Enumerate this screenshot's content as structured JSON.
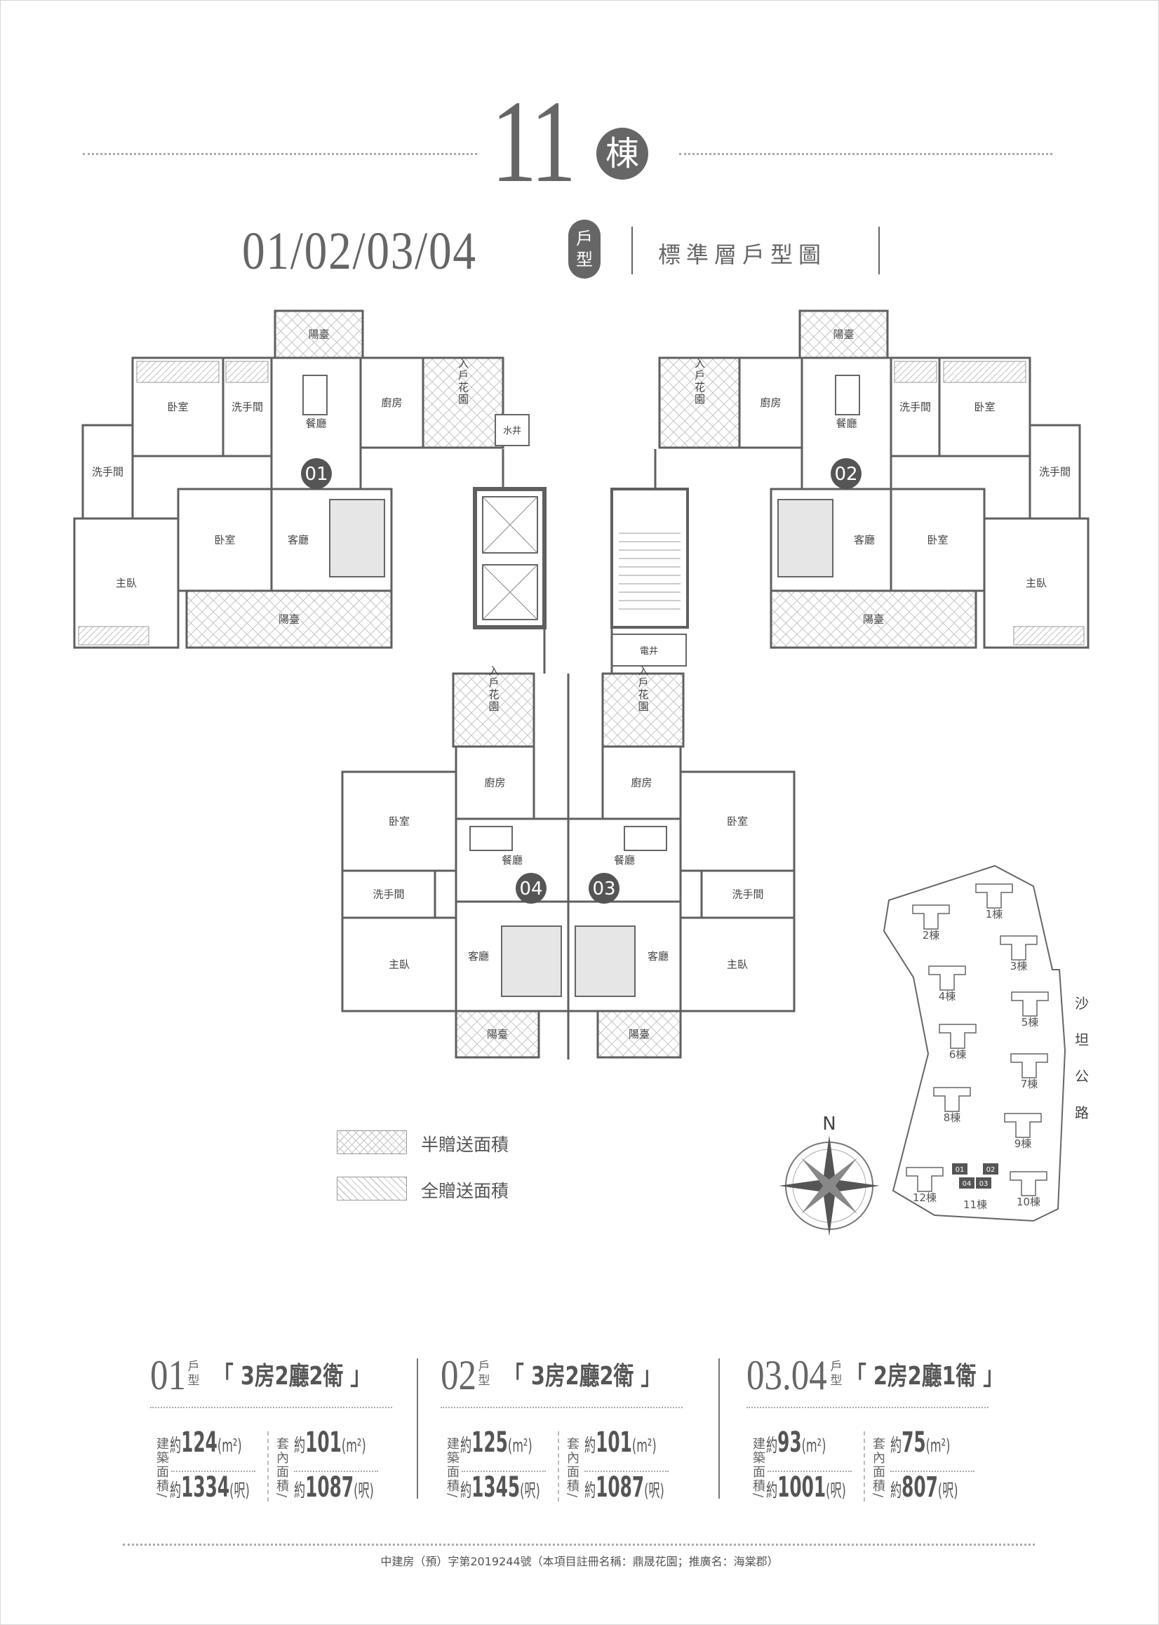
{
  "header": {
    "building_number": "11",
    "building_suffix": "棟",
    "unit_codes": "01/02/03/04",
    "type_top": "戶",
    "type_bottom": "型",
    "plan_title": "標準層戶型圖"
  },
  "plan": {
    "units": [
      {
        "id": "01",
        "rooms": [
          "陽臺",
          "卧室",
          "洗手間",
          "餐廳",
          "廚房",
          "入戶花園",
          "洗手間",
          "主臥",
          "卧室",
          "客廳",
          "陽臺"
        ]
      },
      {
        "id": "02",
        "rooms": [
          "陽臺",
          "卧室",
          "洗手間",
          "餐廳",
          "廚房",
          "入戶花園",
          "洗手間",
          "主臥",
          "卧室",
          "客廳",
          "陽臺"
        ]
      },
      {
        "id": "03",
        "rooms": [
          "入戶花園",
          "廚房",
          "卧室",
          "洗手間",
          "主臥",
          "餐廳",
          "客廳",
          "陽臺"
        ]
      },
      {
        "id": "04",
        "rooms": [
          "入戶花園",
          "廚房",
          "卧室",
          "洗手間",
          "主臥",
          "餐廳",
          "客廳",
          "陽臺"
        ]
      }
    ],
    "core": {
      "water_shaft": "水井",
      "electric_shaft": "電井"
    }
  },
  "legend": [
    {
      "label": "半贈送面積",
      "pattern": "half"
    },
    {
      "label": "全贈送面積",
      "pattern": "full"
    }
  ],
  "compass": {
    "north": "N"
  },
  "site_map": {
    "buildings": [
      "1棟",
      "2棟",
      "3棟",
      "4棟",
      "5棟",
      "6棟",
      "7棟",
      "8棟",
      "9棟",
      "10棟",
      "11棟",
      "12棟"
    ],
    "highlight_units": [
      "01",
      "02",
      "04",
      "03"
    ],
    "road": [
      "沙",
      "坦",
      "公",
      "路"
    ]
  },
  "unit_types": [
    {
      "code": "01",
      "type_top": "戶",
      "type_bottom": "型",
      "layout": "「 3房2廳2衛 」",
      "built_label": "建築面積/",
      "interior_label": "套內面積/",
      "built_m2": "124",
      "built_ft2": "1334",
      "interior_m2": "101",
      "interior_ft2": "1087"
    },
    {
      "code": "02",
      "type_top": "戶",
      "type_bottom": "型",
      "layout": "「 3房2廳2衛 」",
      "built_label": "建築面積/",
      "interior_label": "套內面積/",
      "built_m2": "125",
      "built_ft2": "1345",
      "interior_m2": "101",
      "interior_ft2": "1087"
    },
    {
      "code": "03.04",
      "type_top": "戶",
      "type_bottom": "型",
      "layout": "「 2房2廳1衛 」",
      "built_label": "建築面積/",
      "interior_label": "套內面積/",
      "built_m2": "93",
      "built_ft2": "1001",
      "interior_m2": "75",
      "interior_ft2": "807"
    }
  ],
  "units_text": {
    "approx": "約",
    "m2": "(m²)",
    "ft2": "(呎)"
  },
  "footer": {
    "text": "中建房（預）字第2019244號（本項目註冊名稱：鼎晟花園；推廣名：海棠郡）"
  },
  "colors": {
    "ink": "#555555",
    "wall": "#5f5f5f",
    "accent": "#666666"
  }
}
